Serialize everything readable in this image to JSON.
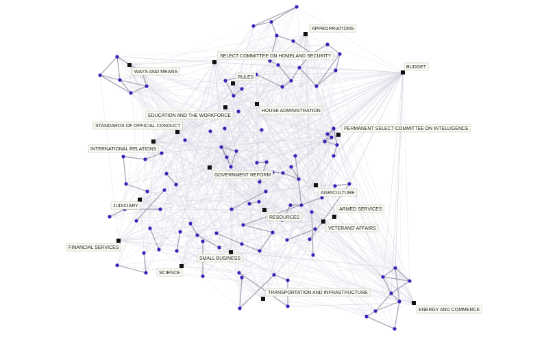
{
  "committees": [
    {
      "id": "appropriations",
      "label": "APPROPRIATIONS"
    },
    {
      "id": "homeland",
      "label": "SELECT COMMITTEE ON HOMELAND SECURITY"
    },
    {
      "id": "budget",
      "label": "BUDGET"
    },
    {
      "id": "ways",
      "label": "WAYS AND MEANS"
    },
    {
      "id": "rules",
      "label": "RULES"
    },
    {
      "id": "house_admin",
      "label": "HOUSE ADMINISTRATION"
    },
    {
      "id": "education",
      "label": "EDUCATION AND THE WORKFORCE"
    },
    {
      "id": "standards",
      "label": "STANDARDS OF OFFICIAL CONDUCT"
    },
    {
      "id": "intelligence",
      "label": "PERMANENT SELECT COMMITTEE ON INTELLIGENCE"
    },
    {
      "id": "international",
      "label": "INTERNATIONAL RELATIONS"
    },
    {
      "id": "gov_reform",
      "label": "GOVERNMENT REFORM"
    },
    {
      "id": "agriculture",
      "label": "AGRICULTURE"
    },
    {
      "id": "judiciary",
      "label": "JUDICIARY"
    },
    {
      "id": "armed",
      "label": "ARMED SERVICES"
    },
    {
      "id": "resources",
      "label": "RESOURCES"
    },
    {
      "id": "veterans",
      "label": "VETERANS' AFFAIRS"
    },
    {
      "id": "financial",
      "label": "FINANCIAL SERVICES"
    },
    {
      "id": "small_business",
      "label": "SMALL BUSINESS"
    },
    {
      "id": "science",
      "label": "SCIENCE"
    },
    {
      "id": "transportation",
      "label": "TRANSPORTATION AND INFRASTRUCTURE"
    },
    {
      "id": "energy",
      "label": "ENERGY AND COMMERCE"
    }
  ],
  "colors": {
    "member_node": "#3a22b8",
    "committee_node": "#111111",
    "edge_light": "#d9d9e6",
    "edge_strong": "#8a8aa0"
  }
}
